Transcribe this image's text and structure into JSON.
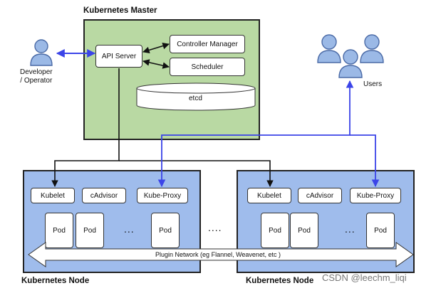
{
  "master": {
    "title": "Kubernetes Master",
    "api_server": "API Server",
    "controller_manager": "Controller Manager",
    "scheduler": "Scheduler",
    "etcd": "etcd"
  },
  "developer_label": "Developer\n/ Operator",
  "users_label": "Users",
  "nodes": [
    {
      "title": "Kubernetes Node",
      "kubelet": "Kubelet",
      "cadvisor": "cAdvisor",
      "kube_proxy": "Kube-Proxy",
      "pods": [
        "Pod",
        "Pod",
        "Pod"
      ],
      "pod_ellipsis": "..."
    },
    {
      "title": "Kubernetes Node",
      "kubelet": "Kubelet",
      "cadvisor": "cAdvisor",
      "kube_proxy": "Kube-Proxy",
      "pods": [
        "Pod",
        "Pod",
        "Pod"
      ],
      "pod_ellipsis": "..."
    }
  ],
  "between_nodes": "....",
  "plugin_network": "Plugin Network (eg Flannel, Weavenet, etc )",
  "watermark": "CSDN @leechm_liqi",
  "colors": {
    "master_fill": "#b9d9a3",
    "node_fill": "#9fbcec",
    "arrow_blue": "#3b44e8",
    "arrow_black": "#111111"
  }
}
